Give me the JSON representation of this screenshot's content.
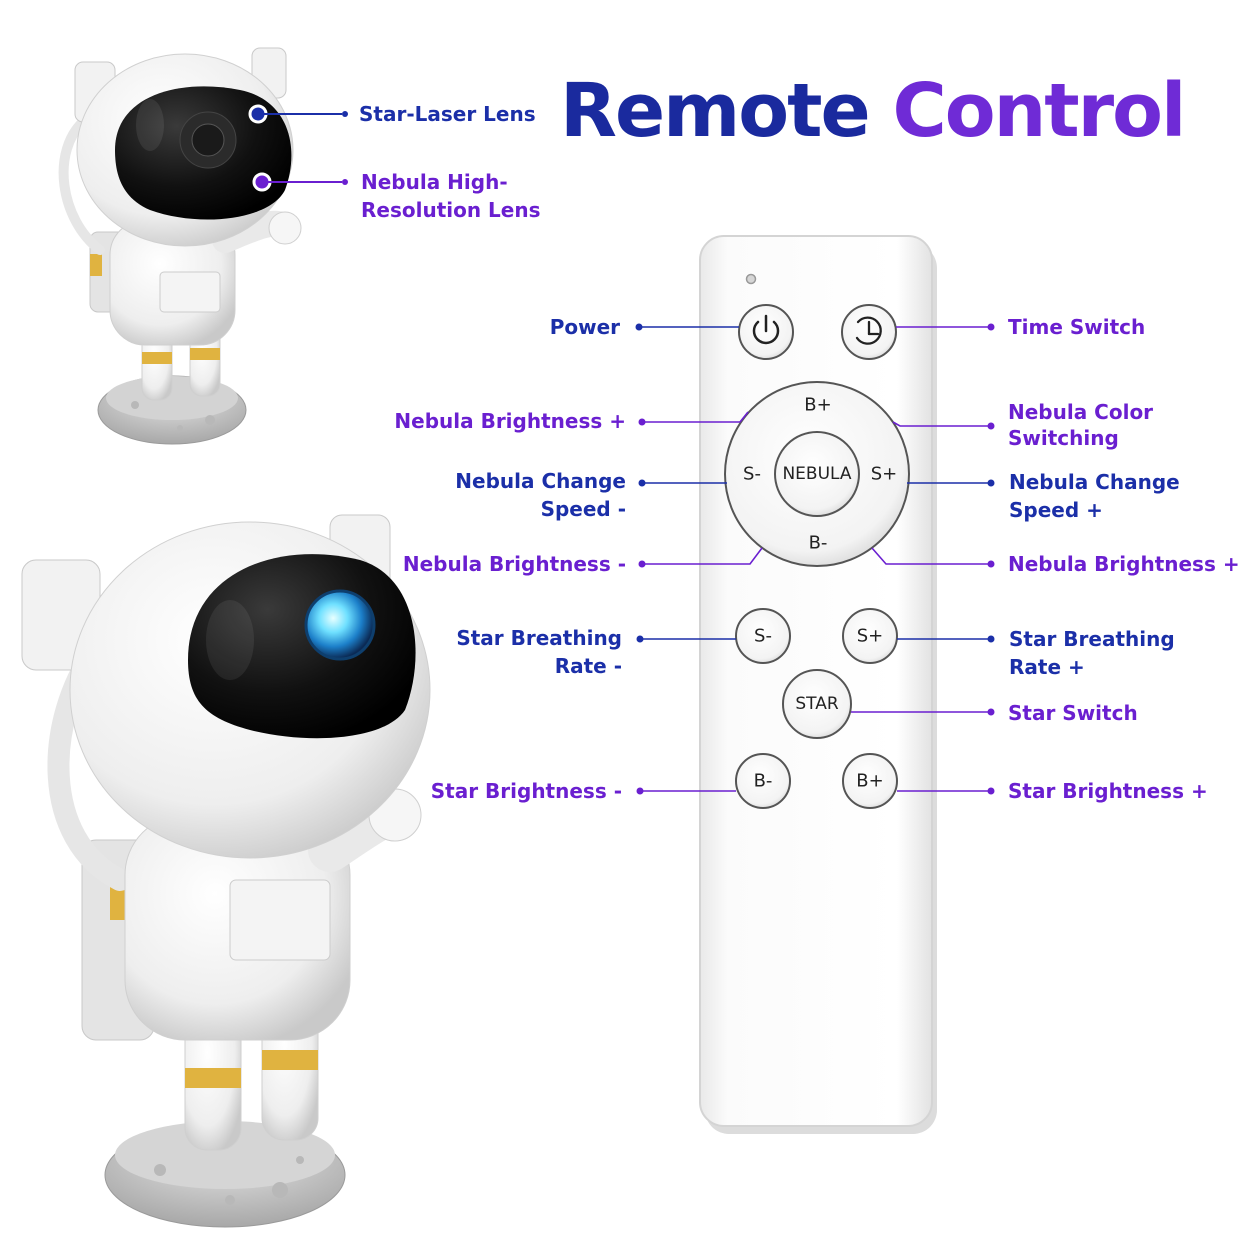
{
  "title": {
    "word1": "Remote",
    "word2": "Control"
  },
  "colors": {
    "blue": "#1b2fa8",
    "purple": "#6a1fd0",
    "title_blue": "#1a2a9e",
    "title_purple": "#6f2bd6"
  },
  "lens_labels": {
    "star_laser": "Star-Laser Lens",
    "nebula_line1": "Nebula High-",
    "nebula_line2": "Resolution Lens"
  },
  "callouts": {
    "power": "Power",
    "time_switch": "Time Switch",
    "nebula_brightness_plus_left": "Nebula Brightness +",
    "nebula_color_line1": "Nebula Color",
    "nebula_color_line2": "Switching",
    "nebula_speed_minus_line1": "Nebula Change",
    "nebula_speed_minus_line2": "Speed -",
    "nebula_speed_plus_line1": "Nebula Change",
    "nebula_speed_plus_line2": "Speed +",
    "nebula_brightness_minus": "Nebula Brightness -",
    "nebula_brightness_plus_right": "Nebula Brightness +",
    "star_breath_minus_line1": "Star Breathing",
    "star_breath_minus_line2": "Rate -",
    "star_breath_plus_line1": "Star Breathing",
    "star_breath_plus_line2": "Rate +",
    "star_switch": "Star Switch",
    "star_brightness_minus": "Star Brightness -",
    "star_brightness_plus": "Star Brightness +"
  },
  "remote_buttons": {
    "nebula_b_plus": "B+",
    "nebula_b_minus": "B-",
    "nebula_s_minus": "S-",
    "nebula_s_plus": "S+",
    "nebula_center": "NEBULA",
    "star_s_minus": "S-",
    "star_s_plus": "S+",
    "star_center": "STAR",
    "star_b_minus": "B-",
    "star_b_plus": "B+"
  },
  "icons": {
    "power": "power-icon",
    "timer": "timer-icon"
  }
}
